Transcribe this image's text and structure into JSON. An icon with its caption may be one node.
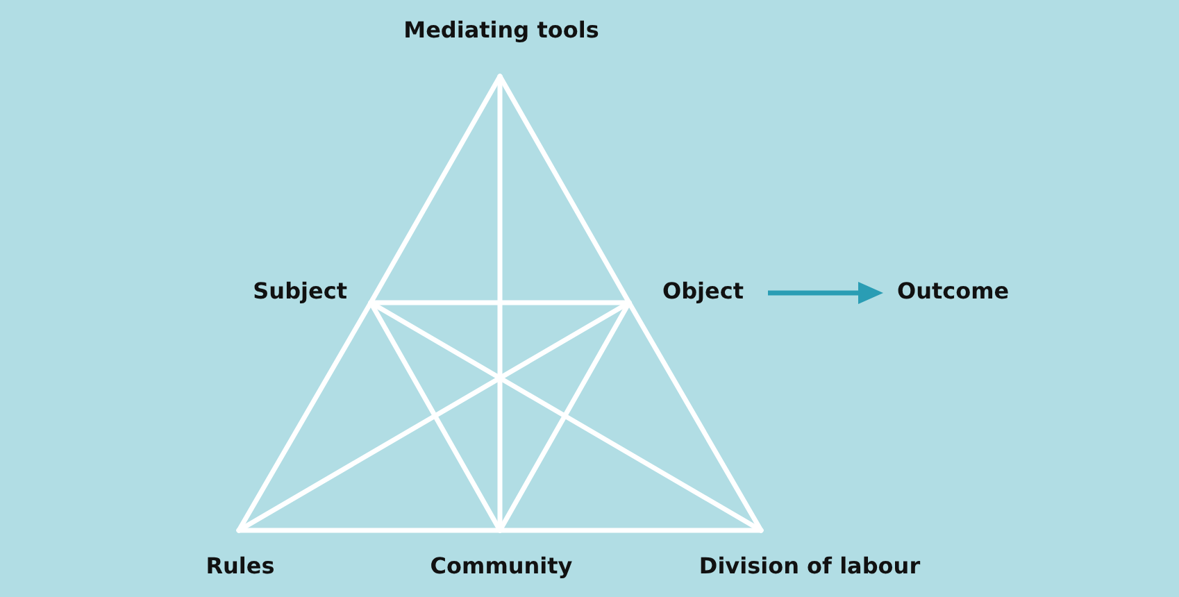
{
  "diagram": {
    "nodes": [
      {
        "text": [
          "Mediating tools"
        ]
      },
      {
        "text": [
          "Subject"
        ]
      },
      {
        "text": [
          "Object"
        ]
      },
      {
        "text": [
          "Outcome"
        ]
      },
      {
        "text": [
          "Rules"
        ]
      },
      {
        "text": [
          "Community"
        ]
      },
      {
        "text": [
          "Division of labour"
        ]
      }
    ],
    "edges": [
      {
        "from": 0,
        "to": 1,
        "arrow": "none"
      },
      {
        "from": 0,
        "to": 2,
        "arrow": "none"
      },
      {
        "from": 0,
        "to": 5,
        "arrow": "none"
      },
      {
        "from": 1,
        "to": 2,
        "arrow": "none"
      },
      {
        "from": 1,
        "to": 4,
        "arrow": "none"
      },
      {
        "from": 2,
        "to": 6,
        "arrow": "none"
      },
      {
        "from": 1,
        "to": 5,
        "arrow": "none"
      },
      {
        "from": 1,
        "to": 6,
        "arrow": "none"
      },
      {
        "from": 2,
        "to": 4,
        "arrow": "none"
      },
      {
        "from": 2,
        "to": 5,
        "arrow": "none"
      },
      {
        "from": 4,
        "to": 5,
        "arrow": "none"
      },
      {
        "from": 5,
        "to": 6,
        "arrow": "none"
      },
      {
        "from": 2,
        "to": 3,
        "arrow": "to",
        "color": "#2a9db4"
      }
    ]
  }
}
